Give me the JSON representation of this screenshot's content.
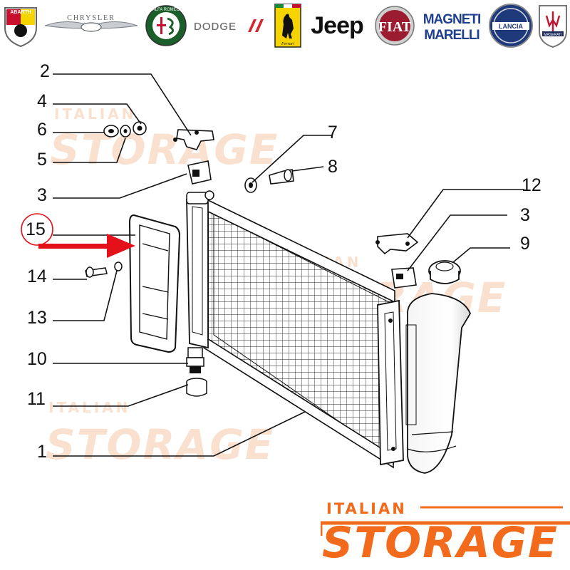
{
  "brands": [
    {
      "name": "ABARTH",
      "icon": "abarth-logo-icon",
      "color": "#c8102e"
    },
    {
      "name": "CHRYSLER",
      "icon": "chrysler-logo-icon",
      "color": "#6d7278"
    },
    {
      "name": "ALFA ROMEO",
      "icon": "alfa-romeo-logo-icon",
      "color": "#1a5e2a"
    },
    {
      "name": "DODGE",
      "icon": "dodge-logo-icon",
      "color": "#d22630"
    },
    {
      "name": "Ferrari",
      "icon": "ferrari-logo-icon",
      "color": "#f6d400"
    },
    {
      "name": "Jeep",
      "icon": "jeep-logo-icon",
      "color": "#111111"
    },
    {
      "name": "FIAT",
      "icon": "fiat-logo-icon",
      "color": "#9b1b30"
    },
    {
      "name": "MAGNETI MARELLI",
      "icon": "magneti-marelli-logo-icon",
      "color": "#1d3f8f"
    },
    {
      "name": "LANCIA",
      "icon": "lancia-logo-icon",
      "color": "#1f3a7a"
    },
    {
      "name": "MASERATI",
      "icon": "maserati-logo-icon",
      "color": "#1a2a5a"
    }
  ],
  "watermark": {
    "top": "ITALIAN",
    "main": "STORAGE",
    "color": "#f26a1b"
  },
  "callouts": [
    "2",
    "4",
    "6",
    "5",
    "3",
    "7",
    "8",
    "12",
    "3",
    "9",
    "15",
    "14",
    "13",
    "10",
    "11",
    "1"
  ],
  "highlighted_callout": "15",
  "arrow_color": "#e4111b",
  "footer": {
    "top": "ITALIAN",
    "main": "STORAGE"
  }
}
